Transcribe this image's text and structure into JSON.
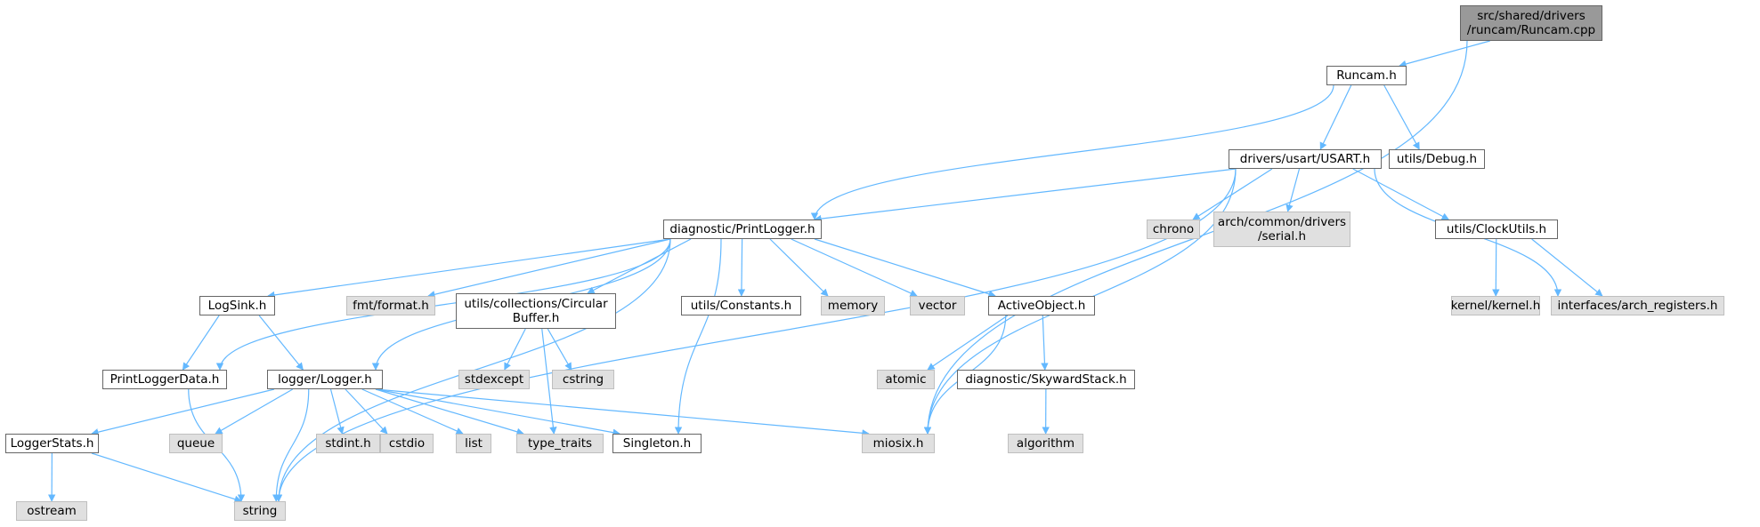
{
  "colors": {
    "edge": "#63b8ff",
    "root_fill": "#999999",
    "local_fill": "#ffffff",
    "system_fill": "#e0e0e0"
  },
  "nodes": {
    "root": {
      "label": "src/shared/drivers\n/runcam/Runcam.cpp",
      "kind": "root"
    },
    "runcam_h": {
      "label": "Runcam.h",
      "kind": "local"
    },
    "usart_h": {
      "label": "drivers/usart/USART.h",
      "kind": "local"
    },
    "utils_debug": {
      "label": "utils/Debug.h",
      "kind": "local"
    },
    "printlogger_h": {
      "label": "diagnostic/PrintLogger.h",
      "kind": "local"
    },
    "miosix_h": {
      "label": "miosix.h",
      "kind": "system"
    },
    "chrono": {
      "label": "chrono",
      "kind": "system"
    },
    "serial_h": {
      "label": "arch/common/drivers\n/serial.h",
      "kind": "system"
    },
    "clockutils_h": {
      "label": "utils/ClockUtils.h",
      "kind": "local"
    },
    "arch_registers": {
      "label": "interfaces/arch_registers.h",
      "kind": "system"
    },
    "string": {
      "label": "string",
      "kind": "system"
    },
    "kernel_h": {
      "label": "kernel/kernel.h",
      "kind": "system"
    },
    "logsink_h": {
      "label": "LogSink.h",
      "kind": "local"
    },
    "logger_h": {
      "label": "logger/Logger.h",
      "kind": "local"
    },
    "fmt_format": {
      "label": "fmt/format.h",
      "kind": "system"
    },
    "circularbuffer": {
      "label": "utils/collections/Circular\nBuffer.h",
      "kind": "local"
    },
    "constants_h": {
      "label": "utils/Constants.h",
      "kind": "local"
    },
    "memory": {
      "label": "memory",
      "kind": "system"
    },
    "vector": {
      "label": "vector",
      "kind": "system"
    },
    "activeobject_h": {
      "label": "ActiveObject.h",
      "kind": "local"
    },
    "singleton_h": {
      "label": "Singleton.h",
      "kind": "local"
    },
    "printloggerdata": {
      "label": "PrintLoggerData.h",
      "kind": "local"
    },
    "loggerstats_h": {
      "label": "LoggerStats.h",
      "kind": "local"
    },
    "queue": {
      "label": "queue",
      "kind": "system"
    },
    "stdint_h": {
      "label": "stdint.h",
      "kind": "system"
    },
    "cstdio": {
      "label": "cstdio",
      "kind": "system"
    },
    "list": {
      "label": "list",
      "kind": "system"
    },
    "type_traits": {
      "label": "type_traits",
      "kind": "system"
    },
    "stdexcept": {
      "label": "stdexcept",
      "kind": "system"
    },
    "cstring": {
      "label": "cstring",
      "kind": "system"
    },
    "atomic": {
      "label": "atomic",
      "kind": "system"
    },
    "skywardstack_h": {
      "label": "diagnostic/SkywardStack.h",
      "kind": "local"
    },
    "algorithm": {
      "label": "algorithm",
      "kind": "system"
    },
    "ostream": {
      "label": "ostream",
      "kind": "system"
    }
  },
  "edges": [
    [
      "root",
      "runcam_h"
    ],
    [
      "root",
      "miosix_h"
    ],
    [
      "runcam_h",
      "printlogger_h"
    ],
    [
      "runcam_h",
      "usart_h"
    ],
    [
      "runcam_h",
      "utils_debug"
    ],
    [
      "usart_h",
      "printlogger_h"
    ],
    [
      "usart_h",
      "miosix_h"
    ],
    [
      "usart_h",
      "chrono"
    ],
    [
      "usart_h",
      "serial_h"
    ],
    [
      "usart_h",
      "clockutils_h"
    ],
    [
      "usart_h",
      "arch_registers"
    ],
    [
      "usart_h",
      "string"
    ],
    [
      "clockutils_h",
      "kernel_h"
    ],
    [
      "clockutils_h",
      "arch_registers"
    ],
    [
      "printlogger_h",
      "printloggerdata"
    ],
    [
      "printlogger_h",
      "logsink_h"
    ],
    [
      "printlogger_h",
      "logger_h"
    ],
    [
      "printlogger_h",
      "fmt_format"
    ],
    [
      "printlogger_h",
      "circularbuffer"
    ],
    [
      "printlogger_h",
      "singleton_h"
    ],
    [
      "printlogger_h",
      "constants_h"
    ],
    [
      "printlogger_h",
      "memory"
    ],
    [
      "printlogger_h",
      "vector"
    ],
    [
      "printlogger_h",
      "activeobject_h"
    ],
    [
      "printlogger_h",
      "string"
    ],
    [
      "logsink_h",
      "printloggerdata"
    ],
    [
      "logsink_h",
      "logger_h"
    ],
    [
      "printloggerdata",
      "string"
    ],
    [
      "circularbuffer",
      "type_traits"
    ],
    [
      "circularbuffer",
      "stdexcept"
    ],
    [
      "circularbuffer",
      "cstring"
    ],
    [
      "activeobject_h",
      "miosix_h"
    ],
    [
      "activeobject_h",
      "atomic"
    ],
    [
      "activeobject_h",
      "skywardstack_h"
    ],
    [
      "skywardstack_h",
      "algorithm"
    ],
    [
      "logger_h",
      "loggerstats_h"
    ],
    [
      "logger_h",
      "queue"
    ],
    [
      "logger_h",
      "string"
    ],
    [
      "logger_h",
      "stdint_h"
    ],
    [
      "logger_h",
      "cstdio"
    ],
    [
      "logger_h",
      "list"
    ],
    [
      "logger_h",
      "type_traits"
    ],
    [
      "logger_h",
      "singleton_h"
    ],
    [
      "logger_h",
      "miosix_h"
    ],
    [
      "loggerstats_h",
      "ostream"
    ],
    [
      "loggerstats_h",
      "string"
    ]
  ]
}
